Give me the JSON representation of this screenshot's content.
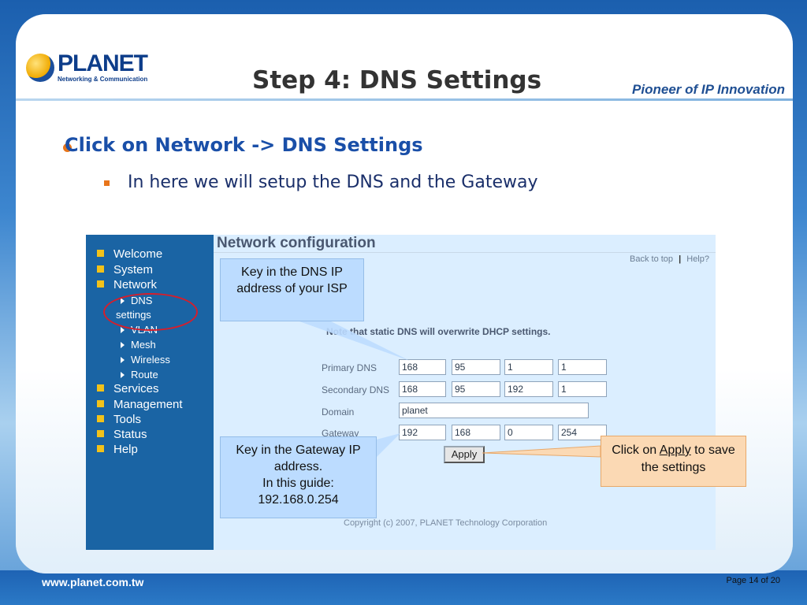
{
  "slide": {
    "title": "Step 4: DNS Settings",
    "tagline": "Pioneer of IP Innovation",
    "logo_name": "PLANET",
    "logo_sub": "Networking & Communication",
    "bullet1": "Click on Network -> DNS Settings",
    "bullet2": "In here we will setup the DNS and the Gateway",
    "footer_url": "www.planet.com.tw",
    "footer_page": "Page 14 of 20"
  },
  "sidebar": {
    "items": [
      {
        "label": "Welcome"
      },
      {
        "label": "System"
      },
      {
        "label": "Network"
      }
    ],
    "subitems": [
      {
        "label": "DNS"
      },
      {
        "label": "settings"
      },
      {
        "label": "VLAN"
      },
      {
        "label": "Mesh"
      },
      {
        "label": "Wireless"
      },
      {
        "label": "Route"
      }
    ],
    "items_after": [
      {
        "label": "Services"
      },
      {
        "label": "Management"
      },
      {
        "label": "Tools"
      },
      {
        "label": "Status"
      },
      {
        "label": "Help"
      }
    ]
  },
  "config": {
    "title": "Network configuration",
    "back_to_top": "Back to top",
    "separator": "|",
    "help": "Help?",
    "note": "Note that static DNS will overwrite DHCP settings.",
    "labels": {
      "primary_dns": "Primary DNS",
      "secondary_dns": "Secondary DNS",
      "domain": "Domain",
      "gateway": "Gateway"
    },
    "primary_dns": [
      "168",
      "95",
      "1",
      "1"
    ],
    "secondary_dns": [
      "168",
      "95",
      "192",
      "1"
    ],
    "domain": "planet",
    "gateway": [
      "192",
      "168",
      "0",
      "254"
    ],
    "apply": "Apply",
    "copyright": "Copyright (c) 2007, PLANET Technology Corporation"
  },
  "callouts": {
    "dns": "Key in the DNS IP address of your ISP",
    "gateway_line1": "Key in the Gateway IP address.",
    "gateway_line2": "In this guide:",
    "gateway_line3": "192.168.0.254",
    "apply_pre": "Click on ",
    "apply_link": "Apply",
    "apply_post": " to save the settings"
  },
  "colors": {
    "title_text": "#333333",
    "bullet_text": "#1a4fa8",
    "sidebar_bg": "#1a64a4",
    "sidebar_bullet": "#f2c21a",
    "content_bg": "#dbeeff",
    "callout_blue": "#bcdcff",
    "callout_orange": "#fbd9b4",
    "highlight_circle": "#d61e2b"
  }
}
